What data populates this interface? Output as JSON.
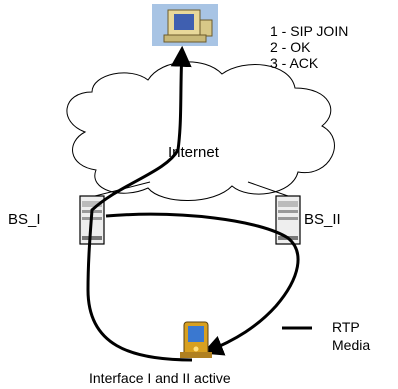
{
  "steps": [
    "1 - SIP JOIN",
    "2 - OK",
    "3 - ACK"
  ],
  "cloud_label": "Internet",
  "base_station_left": "BS_I",
  "base_station_right": "BS_II",
  "legend": {
    "line_label_1": "RTP",
    "line_label_2": "Media"
  },
  "caption": "Interface I and II active",
  "icons": {
    "server": "desktop-computer-icon",
    "base_station": "tower-server-icon",
    "mobile": "pda-device-icon"
  },
  "colors": {
    "line": "#000000",
    "cloud_fill": "#ffffff",
    "server_bg": "#a8c4e4",
    "monitor": "#e8d89a",
    "screen": "#3f5fb0",
    "pda_body": "#d8a020",
    "pda_screen": "#3a78d0"
  }
}
